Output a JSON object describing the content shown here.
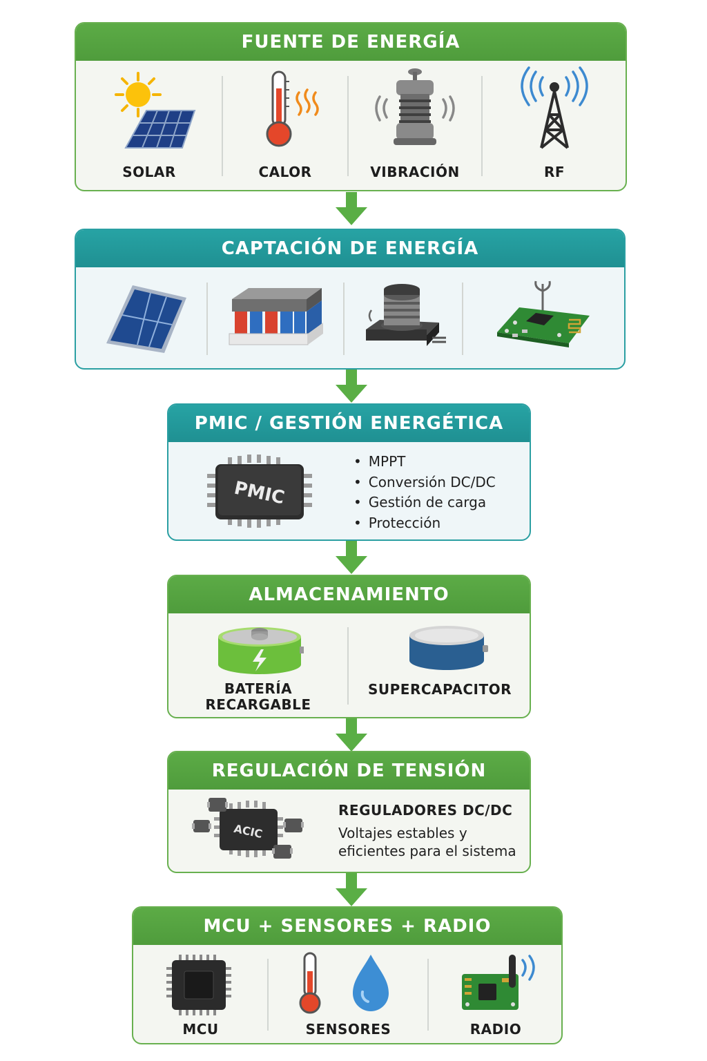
{
  "blocks": {
    "fuente": {
      "title": "FUENTE DE ENERGÍA",
      "items": [
        {
          "label": "SOLAR",
          "icon": "sun-solar-panel-icon"
        },
        {
          "label": "CALOR",
          "icon": "thermometer-heat-icon"
        },
        {
          "label": "VIBRACIÓN",
          "icon": "vibration-spring-icon"
        },
        {
          "label": "RF",
          "icon": "radio-tower-icon"
        }
      ]
    },
    "captacion": {
      "title": "CAPTACIÓN DE ENERGÍA",
      "items": [
        {
          "icon": "solar-panel-icon"
        },
        {
          "icon": "thermoelectric-generator-icon"
        },
        {
          "icon": "piezo-harvester-icon"
        },
        {
          "icon": "rf-harvester-board-icon"
        }
      ]
    },
    "pmic": {
      "title": "PMIC / GESTIÓN ENERGÉTICA",
      "chip_label": "PMIC",
      "bullets": [
        "MPPT",
        "Conversión DC/DC",
        "Gestión de carga",
        "Protección"
      ]
    },
    "almacenamiento": {
      "title": "ALMACENAMIENTO",
      "items": [
        {
          "label": "BATERÍA\nRECARGABLE",
          "icon": "rechargeable-battery-icon"
        },
        {
          "label": "SUPERCAPACITOR",
          "icon": "supercapacitor-icon"
        }
      ]
    },
    "regulacion": {
      "title": "REGULACIÓN DE TENSIÓN",
      "chip_label": "ACIC",
      "heading": "REGULADORES DC/DC",
      "description": "Voltajes estables y eficientes para el sistema"
    },
    "mcu": {
      "title": "MCU + SENSORES + RADIO",
      "items": [
        {
          "label": "MCU",
          "icon": "mcu-chip-icon"
        },
        {
          "label": "SENSORES",
          "icon": "thermometer-drop-icon"
        },
        {
          "label": "RADIO",
          "icon": "radio-module-icon"
        }
      ]
    }
  },
  "colors": {
    "green": "#5cab46",
    "teal": "#23999b",
    "arrow": "#5aae45"
  }
}
